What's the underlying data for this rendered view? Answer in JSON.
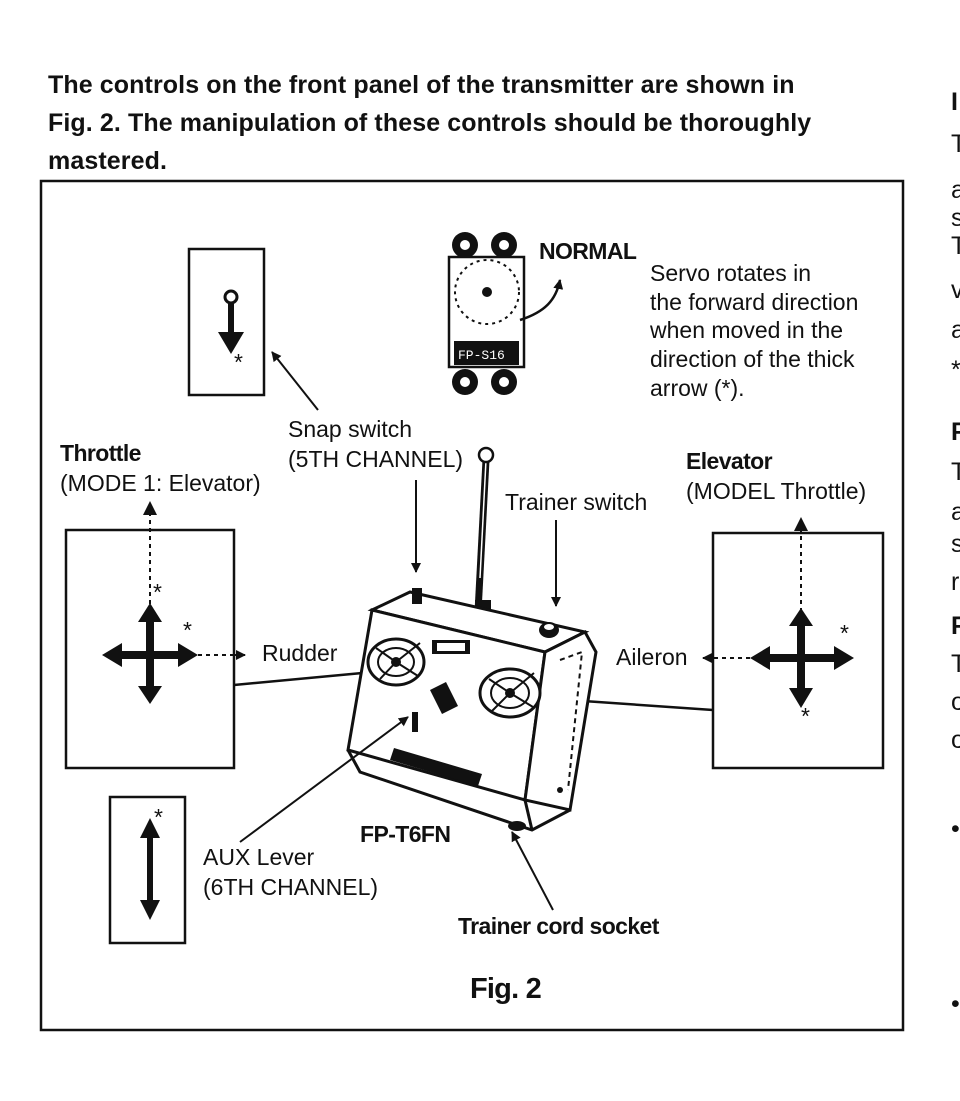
{
  "intro": {
    "line1": "The controls on the front panel of the transmitter are shown in",
    "line2": "Fig. 2. The manipulation of these controls should be thoroughly",
    "line3": "mastered."
  },
  "right_column_fragments": [
    {
      "text": "I",
      "bold": true
    },
    {
      "text": "T",
      "bold": false
    },
    {
      "text": "a",
      "bold": false
    },
    {
      "text": "s",
      "bold": false
    },
    {
      "text": "T",
      "bold": false
    },
    {
      "text": "v",
      "bold": false
    },
    {
      "text": "a",
      "bold": false
    },
    {
      "text": "*",
      "bold": false
    },
    {
      "text": "F",
      "bold": true
    },
    {
      "text": "T",
      "bold": false
    },
    {
      "text": "a",
      "bold": false
    },
    {
      "text": "s",
      "bold": false
    },
    {
      "text": "r",
      "bold": false
    },
    {
      "text": "F",
      "bold": true
    },
    {
      "text": "T",
      "bold": false
    },
    {
      "text": "o",
      "bold": false
    },
    {
      "text": "o",
      "bold": false
    },
    {
      "text": "•",
      "bold": false
    },
    {
      "text": "•",
      "bold": false
    }
  ],
  "figure": {
    "normal_label": "NORMAL",
    "servo_text": [
      "Servo rotates in",
      "the forward direction",
      "when moved in the",
      "direction of the thick",
      "arrow (*)."
    ],
    "servo_model": "FP-S16",
    "snap_switch": [
      "Snap switch",
      "(5TH CHANNEL)"
    ],
    "throttle_title": "Throttle",
    "throttle_sub": "(MODE 1: Elevator)",
    "elevator_title": "Elevator",
    "elevator_sub": "(MODEL Throttle)",
    "trainer_switch": "Trainer switch",
    "rudder": "Rudder",
    "aileron": "Aileron",
    "aux_lever": [
      "AUX Lever",
      "(6TH CHANNEL)"
    ],
    "transmitter_model": "FP-T6FN",
    "trainer_cord_socket": "Trainer cord socket",
    "caption": "Fig. 2",
    "asterisk": "*"
  },
  "colors": {
    "ink": "#111111",
    "paper": "#ffffff"
  }
}
